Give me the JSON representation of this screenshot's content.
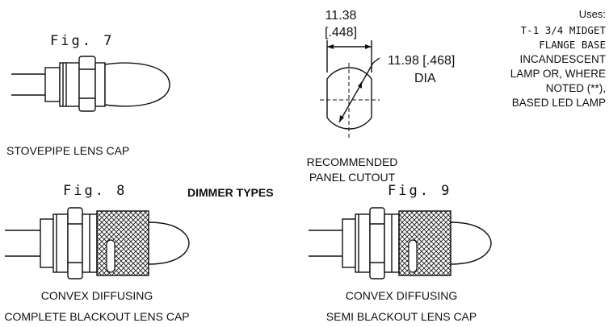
{
  "fig7": {
    "label": "Fig. 7",
    "caption": "STOVEPIPE LENS CAP"
  },
  "cutout": {
    "width_mm": "11.38",
    "width_in": "[.448]",
    "dia": "11.98 [.468]",
    "dia_label": "DIA",
    "caption_line1": "RECOMMENDED",
    "caption_line2": "PANEL CUTOUT"
  },
  "uses": {
    "line1": "Uses:",
    "line2": "T-1 3/4 MIDGET",
    "line3": "FLANGE BASE",
    "line4": "INCANDESCENT",
    "line5": "LAMP OR, WHERE",
    "line6": "NOTED (**),",
    "line7": "BASED LED LAMP"
  },
  "dimmer_types": "DIMMER TYPES",
  "fig8": {
    "label": "Fig. 8",
    "caption_line1": "CONVEX DIFFUSING",
    "caption_line2": "COMPLETE BLACKOUT LENS CAP"
  },
  "fig9": {
    "label": "Fig. 9",
    "caption_line1": "CONVEX DIFFUSING",
    "caption_line2": "SEMI BLACKOUT LENS CAP"
  }
}
